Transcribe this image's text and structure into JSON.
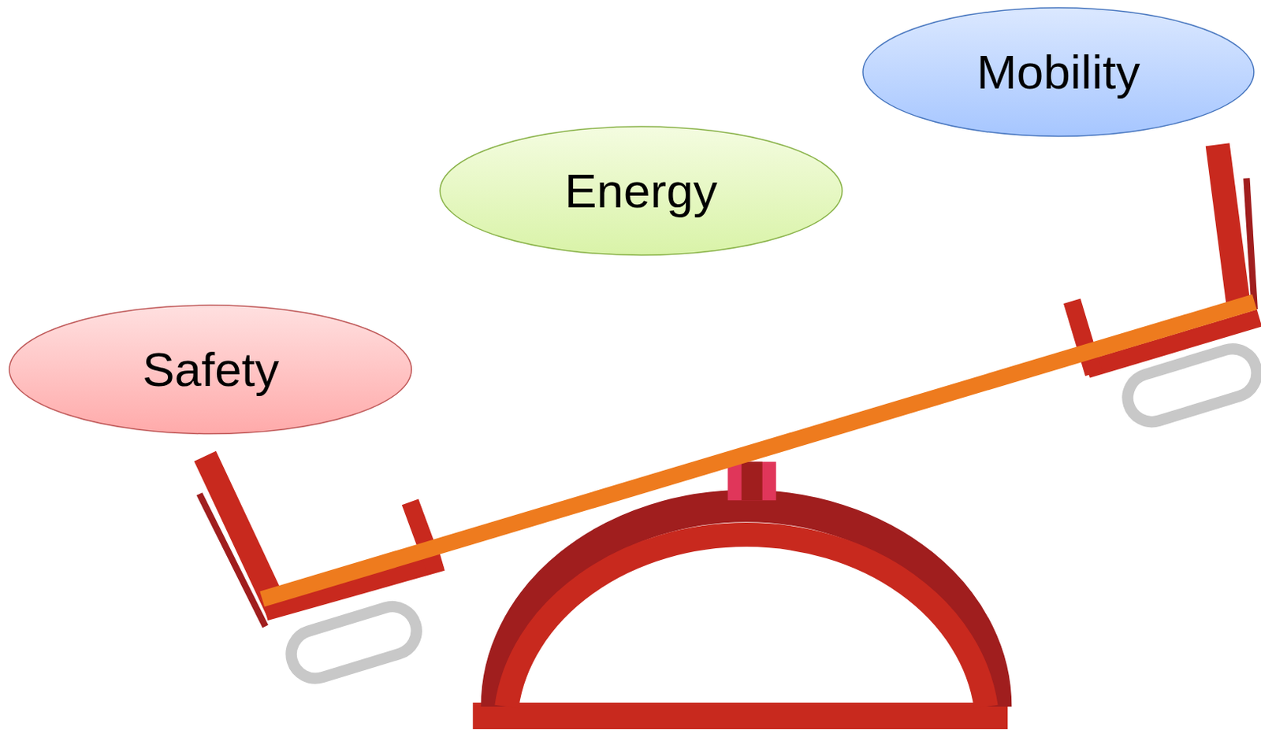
{
  "diagram": {
    "nodes": [
      {
        "text": [
          "Safety"
        ]
      },
      {
        "text": [
          "Energy"
        ]
      },
      {
        "text": [
          "Mobility"
        ]
      }
    ]
  }
}
